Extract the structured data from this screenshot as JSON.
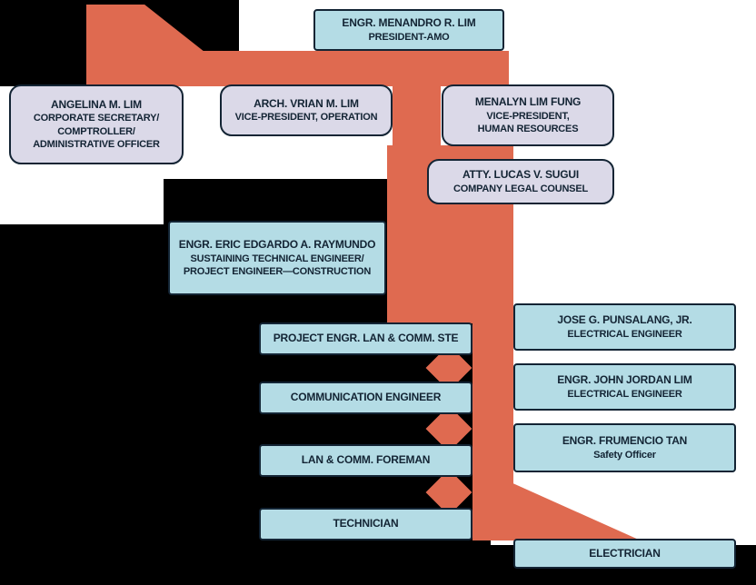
{
  "colors": {
    "connector": "#df6a50",
    "node_blue": "#b4dce5",
    "node_lavender": "#dbd9e8",
    "ink": "#132434",
    "backdrop": "#000000",
    "background": "#ffffff"
  },
  "diagram_type": "organizational-chart",
  "nodes": {
    "president": {
      "lines": [
        "ENGR. MENANDRO R. LIM",
        "PRESIDENT-AMO"
      ]
    },
    "angelina": {
      "lines": [
        "ANGELINA M. LIM",
        "CORPORATE SECRETARY/",
        "COMPTROLLER/",
        "ADMINISTRATIVE OFFICER"
      ]
    },
    "vrian": {
      "lines": [
        "ARCH. VRIAN M. LIM",
        "VICE-PRESIDENT, OPERATION"
      ]
    },
    "menalyn": {
      "lines": [
        "MENALYN LIM FUNG",
        "VICE-PRESIDENT,",
        "HUMAN RESOURCES"
      ]
    },
    "lucas": {
      "lines": [
        "ATTY. LUCAS V. SUGUI",
        "COMPANY LEGAL COUNSEL"
      ]
    },
    "eric": {
      "lines": [
        "ENGR. ERIC EDGARDO A. RAYMUNDO",
        "SUSTAINING TECHNICAL ENGINEER/",
        "PROJECT ENGINEER—CONSTRUCTION"
      ]
    },
    "proj": {
      "lines": [
        "PROJECT ENGR. LAN & COMM. STE"
      ]
    },
    "comm": {
      "lines": [
        "COMMUNICATION ENGINEER"
      ]
    },
    "foreman": {
      "lines": [
        "LAN & COMM. FOREMAN"
      ]
    },
    "technician": {
      "lines": [
        "TECHNICIAN"
      ]
    },
    "jose": {
      "lines": [
        "JOSE G. PUNSALANG, JR.",
        "ELECTRICAL ENGINEER"
      ]
    },
    "john": {
      "lines": [
        "ENGR. JOHN JORDAN LIM",
        "ELECTRICAL ENGINEER"
      ]
    },
    "frumencio": {
      "lines": [
        "ENGR. FRUMENCIO TAN",
        "Safety Officer"
      ]
    },
    "electrician": {
      "lines": [
        "ELECTRICIAN"
      ]
    }
  }
}
